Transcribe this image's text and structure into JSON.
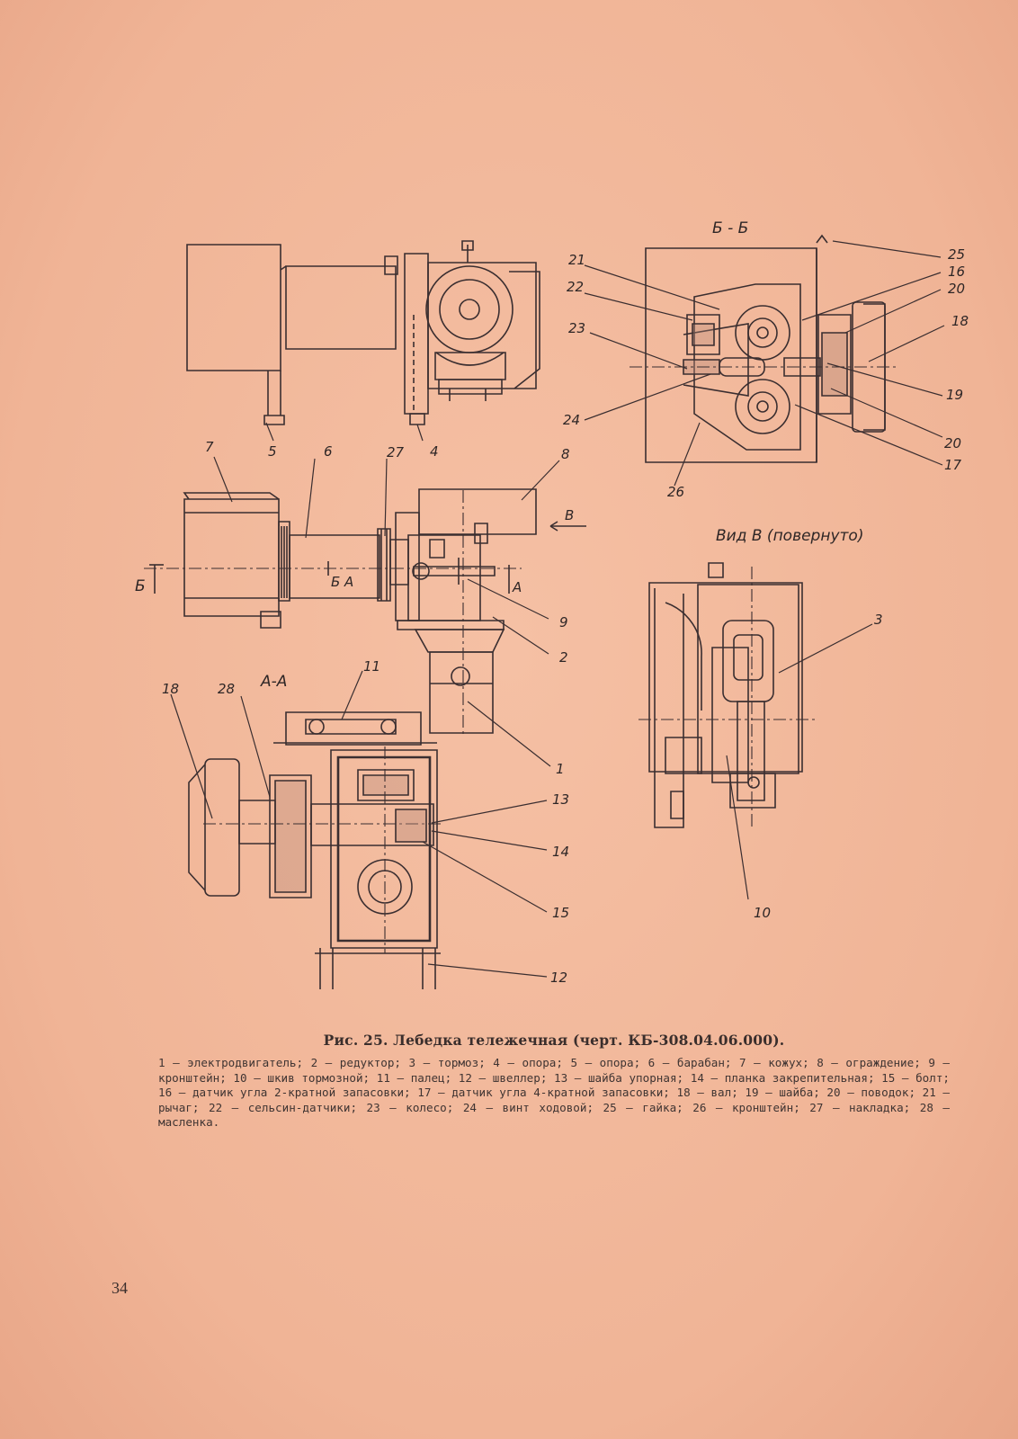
{
  "views": {
    "section_bb": "Б - Б",
    "view_v": "Вид В (повернуто)",
    "section_aa": "А-А",
    "marker_v": "В",
    "marker_b": "Б",
    "marker_a_left": "Б А",
    "marker_a_right": "А"
  },
  "callouts": {
    "c1": "1",
    "c2": "2",
    "c3": "3",
    "c4": "4",
    "c5": "5",
    "c6": "6",
    "c7": "7",
    "c8": "8",
    "c9": "9",
    "c10": "10",
    "c11": "11",
    "c12": "12",
    "c13": "13",
    "c14": "14",
    "c15": "15",
    "c16": "16",
    "c17": "17",
    "c18a": "18",
    "c18b": "18",
    "c19": "19",
    "c20a": "20",
    "c20b": "20",
    "c21": "21",
    "c22": "22",
    "c23": "23",
    "c24": "24",
    "c25": "25",
    "c26": "26",
    "c27": "27",
    "c28": "28"
  },
  "caption": {
    "title": "Рис. 25. Лебедка тележечная (черт. КБ-308.04.06.000).",
    "body": "1 — электродвигатель; 2 — редуктор; 3 — тормоз; 4 — опора; 5 — опора; 6 — барабан; 7 — кожух; 8 — ограждение; 9 — кронштейн; 10 — шкив тормозной; 11 — палец; 12 — швеллер; 13 — шайба упорная; 14 — планка закрепительная; 15 — болт; 16 — датчик угла 2-кратной запасовки; 17 — датчик угла 4-кратной запасовки; 18 — вал; 19 — шайба; 20 — поводок; 21 — рычаг; 22 — сельсин-датчики; 23 — колесо; 24 — винт ходовой; 25 — гайка; 26 — кронштейн; 27 — накладка; 28 — масленка."
  },
  "page_number": "34"
}
